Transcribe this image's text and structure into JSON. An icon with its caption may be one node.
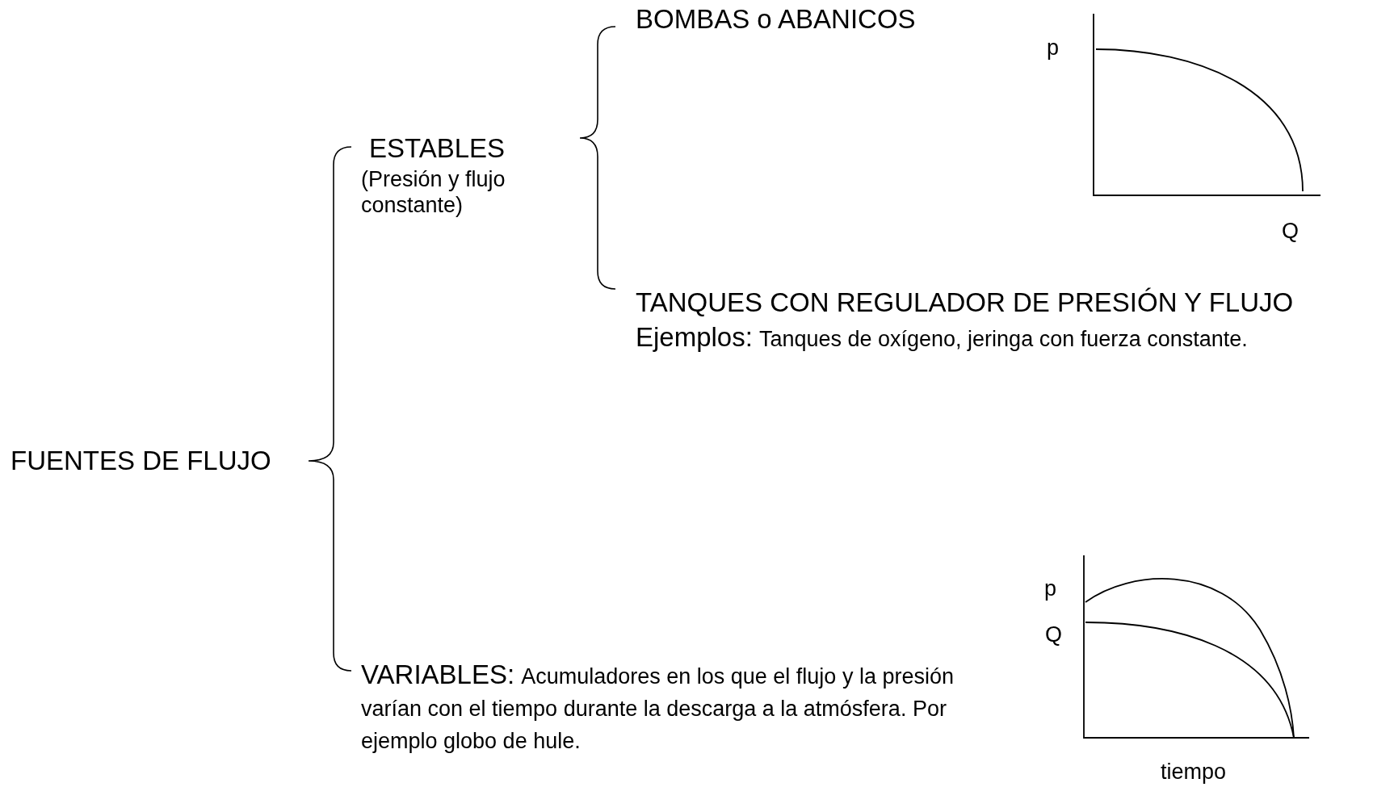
{
  "diagram": {
    "labels": [
      "BOMBAS o ABANICOS",
      "p",
      "ESTABLES",
      "(Presión y flujo constante)",
      "Q",
      "TANQUES CON REGULADOR DE PRESIÓN Y FLUJO",
      "Ejemplos:",
      "Tanques de oxígeno, jeringa con fuerza constante.",
      "FUENTES DE FLUJO",
      "p",
      "Q",
      "VARIABLES:",
      "Acumuladores en los que el flujo y la presión varían con el tiempo durante la descarga a la atmósfera. Por ejemplo globo de hule.",
      "tiempo"
    ]
  }
}
